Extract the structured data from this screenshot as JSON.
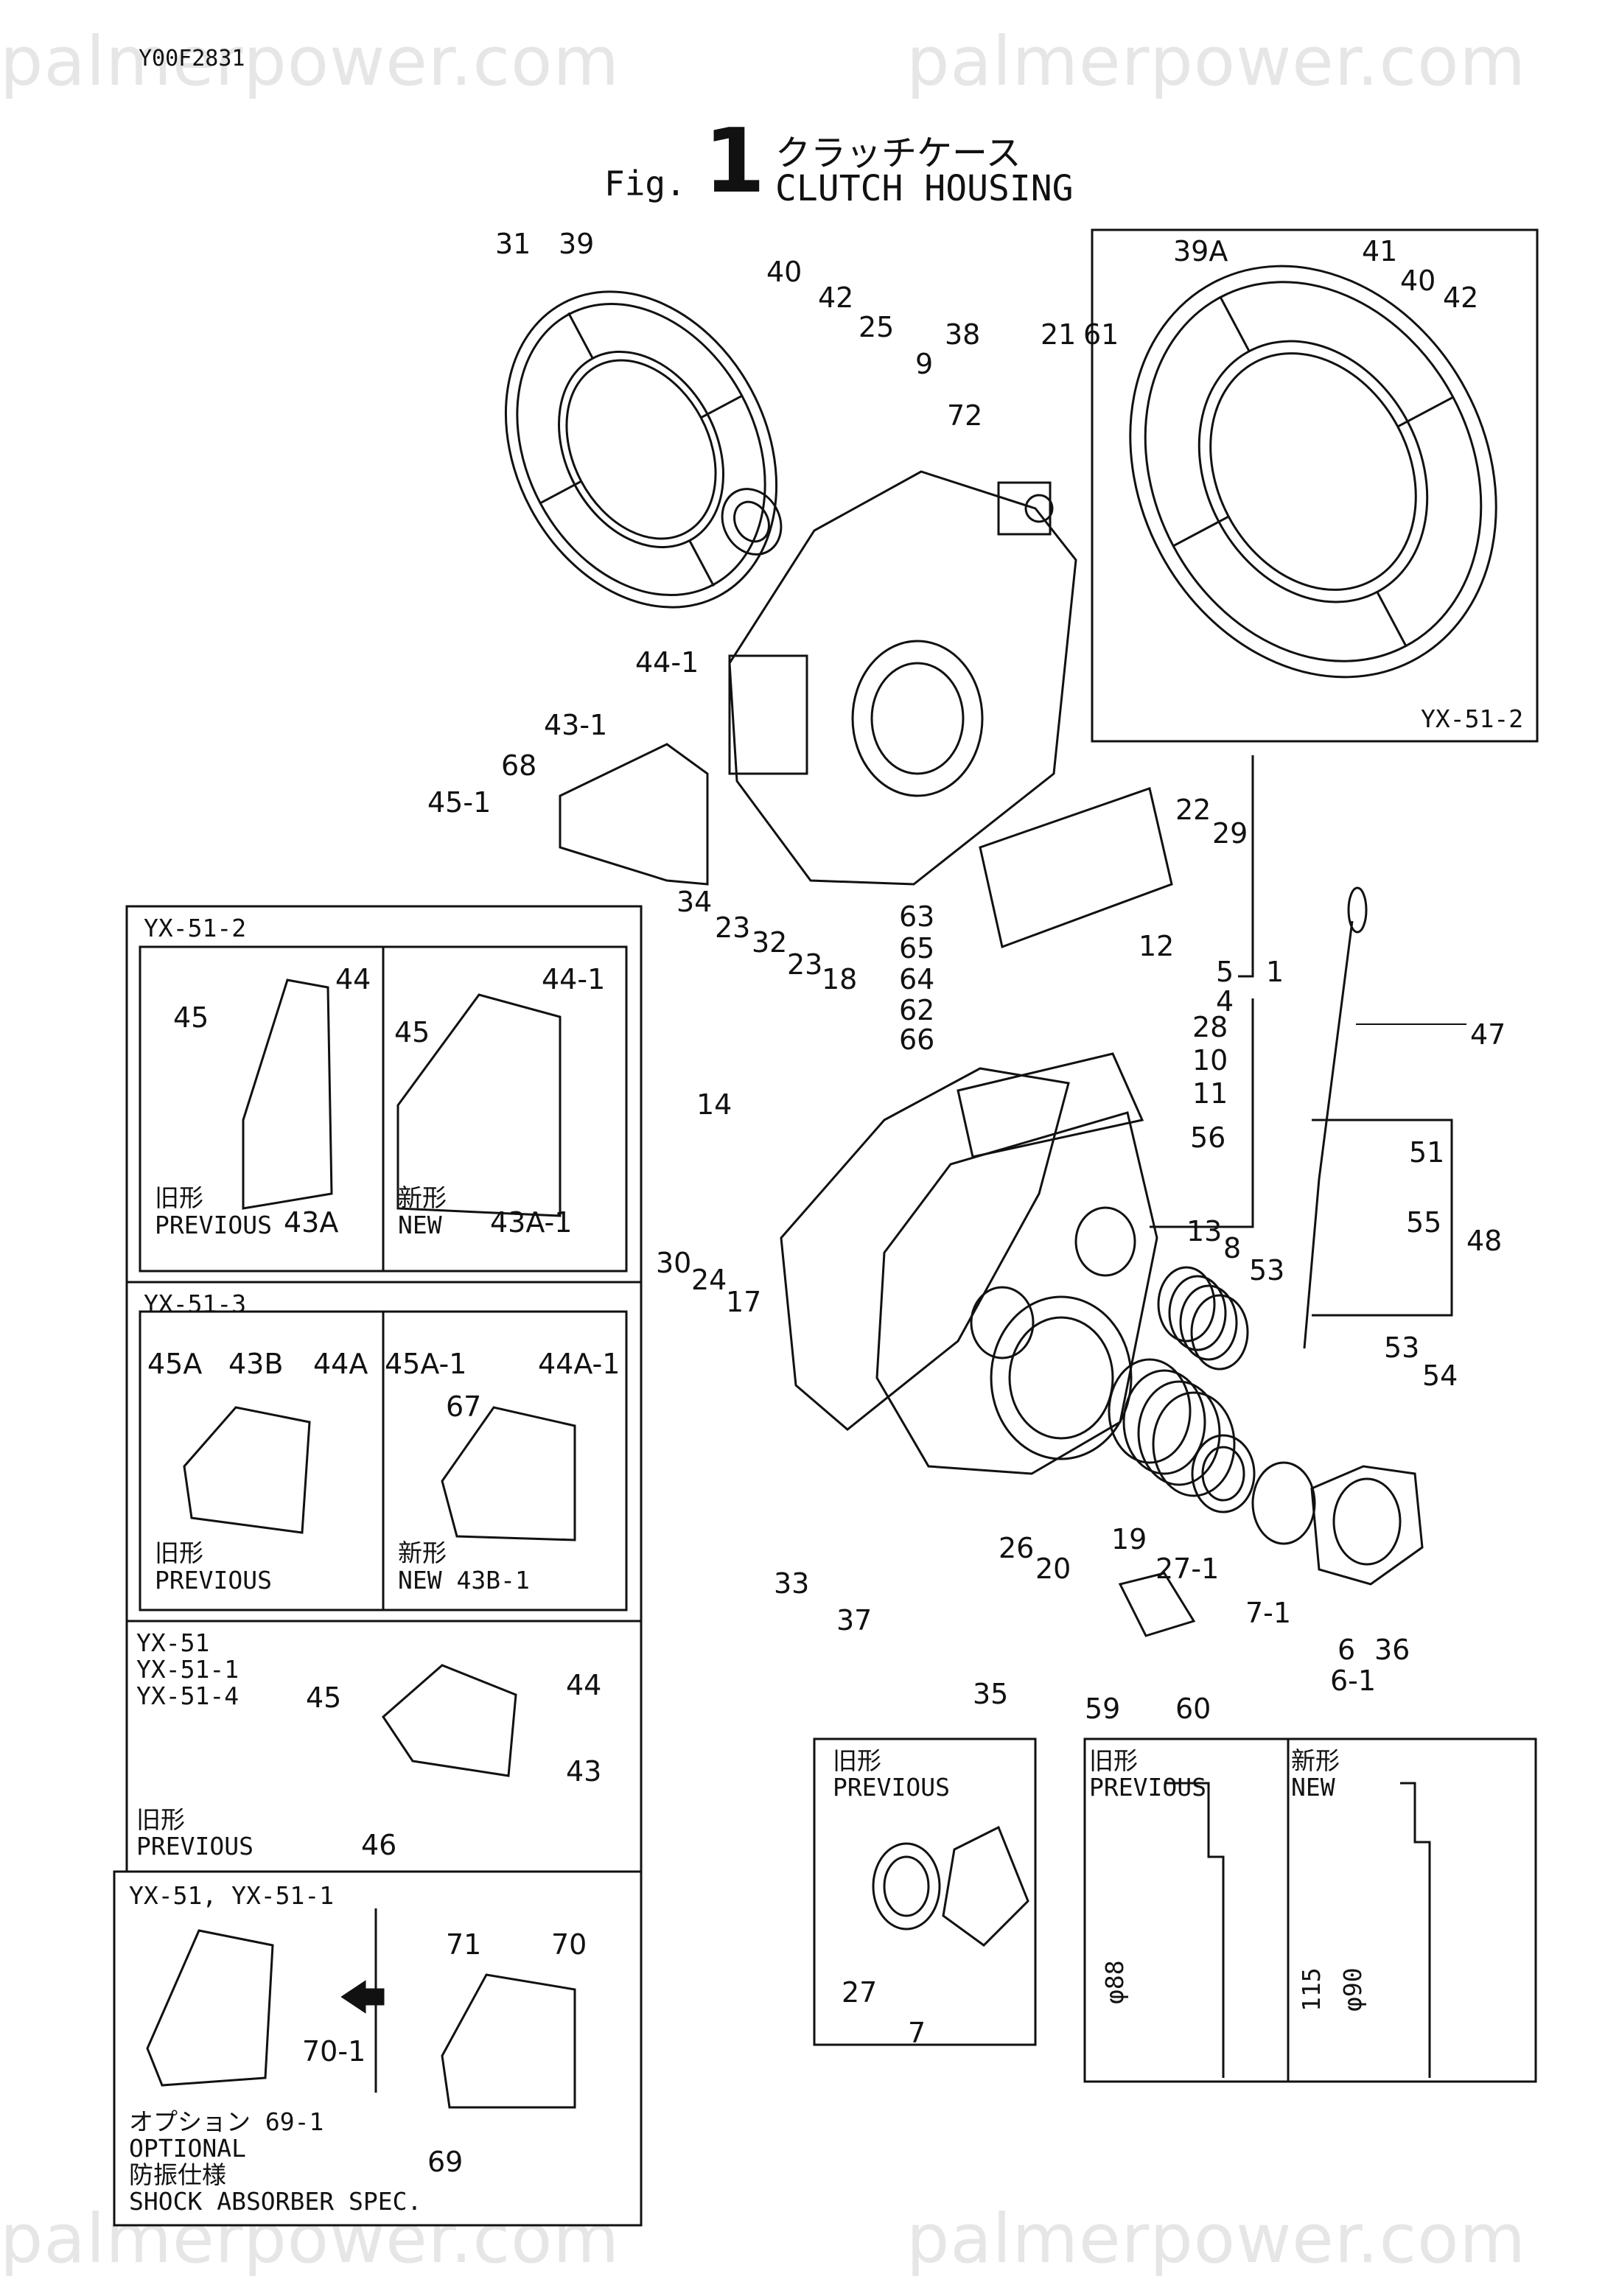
{
  "doc_code": "Y00F2831",
  "watermark": "palmerpower.com",
  "figure": {
    "word": "Fig.",
    "number": "1",
    "title_jp": "クラッチケース",
    "title_en": "CLUTCH HOUSING"
  },
  "inset_top_right": {
    "model": "YX-51-2"
  },
  "left_panels": {
    "p1": {
      "model": "YX-51-2",
      "prev_label_jp": "旧形",
      "prev_label": "PREVIOUS",
      "prev_part": "43A",
      "new_label_jp": "新形",
      "new_label": "NEW",
      "new_part": "43A-1"
    },
    "p2": {
      "model": "YX-51-3",
      "prev_label_jp": "旧形",
      "prev_label": "PREVIOUS",
      "new_label_jp": "新形",
      "new_label": "NEW 43B-1"
    },
    "p3": {
      "models": [
        "YX-51",
        "YX-51-1",
        "YX-51-4"
      ],
      "prev_label_jp": "旧形",
      "prev_label": "PREVIOUS"
    },
    "p4": {
      "model": "YX-51, YX-51-1",
      "optional_jp": "オプション 69-1",
      "optional": "OPTIONAL",
      "shock_jp": "防振仕様",
      "shock": "SHOCK ABSORBER SPEC."
    }
  },
  "bottom_insets": {
    "left": {
      "label_jp": "旧形",
      "label": "PREVIOUS"
    },
    "right": {
      "prev_jp": "旧形",
      "prev": "PREVIOUS",
      "new_jp": "新形",
      "new": "NEW",
      "dim_prev": "φ88",
      "dim_new_1": "115",
      "dim_new_2": "φ90"
    }
  },
  "part_labels": [
    {
      "id": "31",
      "t": "31"
    },
    {
      "id": "39",
      "t": "39"
    },
    {
      "id": "40",
      "t": "40"
    },
    {
      "id": "42",
      "t": "42"
    },
    {
      "id": "25",
      "t": "25"
    },
    {
      "id": "38",
      "t": "38"
    },
    {
      "id": "21",
      "t": "21"
    },
    {
      "id": "61",
      "t": "61"
    },
    {
      "id": "9",
      "t": "9"
    },
    {
      "id": "72",
      "t": "72"
    },
    {
      "id": "39A",
      "t": "39A"
    },
    {
      "id": "41",
      "t": "41"
    },
    {
      "id": "40b",
      "t": "40"
    },
    {
      "id": "42b",
      "t": "42"
    },
    {
      "id": "44-1",
      "t": "44-1"
    },
    {
      "id": "43-1",
      "t": "43-1"
    },
    {
      "id": "68",
      "t": "68"
    },
    {
      "id": "45-1",
      "t": "45-1"
    },
    {
      "id": "22",
      "t": "22"
    },
    {
      "id": "29",
      "t": "29"
    },
    {
      "id": "12",
      "t": "12"
    },
    {
      "id": "5-1",
      "t": "5"
    },
    {
      "id": "1",
      "t": "1"
    },
    {
      "id": "4",
      "t": "4"
    },
    {
      "id": "34",
      "t": "34"
    },
    {
      "id": "23",
      "t": "23"
    },
    {
      "id": "32",
      "t": "32"
    },
    {
      "id": "23b",
      "t": "23"
    },
    {
      "id": "18",
      "t": "18"
    },
    {
      "id": "63",
      "t": "63"
    },
    {
      "id": "65",
      "t": "65"
    },
    {
      "id": "64",
      "t": "64"
    },
    {
      "id": "62",
      "t": "62"
    },
    {
      "id": "66",
      "t": "66"
    },
    {
      "id": "28",
      "t": "28"
    },
    {
      "id": "10",
      "t": "10"
    },
    {
      "id": "11",
      "t": "11"
    },
    {
      "id": "56",
      "t": "56"
    },
    {
      "id": "14",
      "t": "14"
    },
    {
      "id": "47",
      "t": "47"
    },
    {
      "id": "51",
      "t": "51"
    },
    {
      "id": "55",
      "t": "55"
    },
    {
      "id": "48",
      "t": "48"
    },
    {
      "id": "30",
      "t": "30"
    },
    {
      "id": "24",
      "t": "24"
    },
    {
      "id": "17",
      "t": "17"
    },
    {
      "id": "13",
      "t": "13"
    },
    {
      "id": "8",
      "t": "8"
    },
    {
      "id": "53",
      "t": "53"
    },
    {
      "id": "53b",
      "t": "53"
    },
    {
      "id": "54",
      "t": "54"
    },
    {
      "id": "19",
      "t": "19"
    },
    {
      "id": "26",
      "t": "26"
    },
    {
      "id": "20",
      "t": "20"
    },
    {
      "id": "27-1",
      "t": "27-1"
    },
    {
      "id": "7-1",
      "t": "7-1"
    },
    {
      "id": "33",
      "t": "33"
    },
    {
      "id": "37",
      "t": "37"
    },
    {
      "id": "35",
      "t": "35"
    },
    {
      "id": "59",
      "t": "59"
    },
    {
      "id": "60",
      "t": "60"
    },
    {
      "id": "6",
      "t": "6"
    },
    {
      "id": "36",
      "t": "36"
    },
    {
      "id": "6-1",
      "t": "6-1"
    },
    {
      "id": "45",
      "t": "45"
    },
    {
      "id": "44",
      "t": "44"
    },
    {
      "id": "45n",
      "t": "45"
    },
    {
      "id": "44-1n",
      "t": "44-1"
    },
    {
      "id": "45A",
      "t": "45A"
    },
    {
      "id": "43B",
      "t": "43B"
    },
    {
      "id": "44A",
      "t": "44A"
    },
    {
      "id": "45A-1",
      "t": "45A-1"
    },
    {
      "id": "44A-1",
      "t": "44A-1"
    },
    {
      "id": "67",
      "t": "67"
    },
    {
      "id": "45c",
      "t": "45"
    },
    {
      "id": "44c",
      "t": "44"
    },
    {
      "id": "43c",
      "t": "43"
    },
    {
      "id": "46",
      "t": "46"
    },
    {
      "id": "71",
      "t": "71"
    },
    {
      "id": "70",
      "t": "70"
    },
    {
      "id": "70-1",
      "t": "70-1"
    },
    {
      "id": "69",
      "t": "69"
    },
    {
      "id": "27",
      "t": "27"
    },
    {
      "id": "7",
      "t": "7"
    }
  ]
}
